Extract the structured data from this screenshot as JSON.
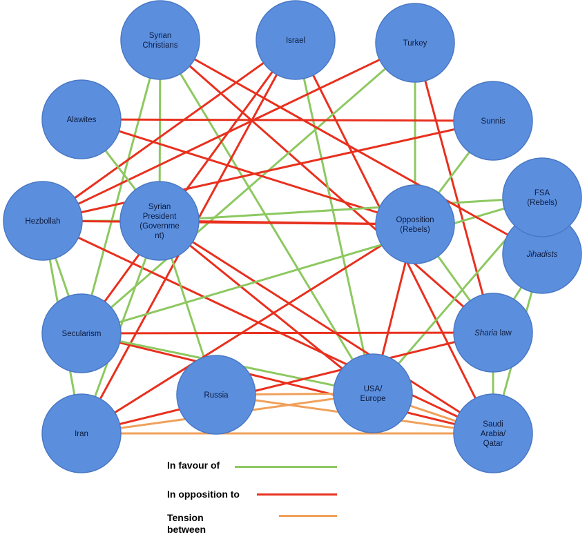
{
  "colors": {
    "favour": "#8dc860",
    "opposition": "#e8301e",
    "tension": "#f0a05a",
    "node_fill": "#5b8fde",
    "node_stroke": "#4a78c4"
  },
  "nodes": [
    {
      "id": "syrian-christians",
      "lines": [
        "Syrian",
        "Christians"
      ]
    },
    {
      "id": "israel",
      "lines": [
        "Israel"
      ]
    },
    {
      "id": "turkey",
      "lines": [
        "Turkey"
      ]
    },
    {
      "id": "alawites",
      "lines": [
        "Alawites"
      ]
    },
    {
      "id": "sunnis",
      "lines": [
        "Sunnis"
      ]
    },
    {
      "id": "hezbollah",
      "lines": [
        "Hezbollah"
      ]
    },
    {
      "id": "syrian-president",
      "lines": [
        "Syrian",
        "President",
        "(Governme",
        "nt)"
      ]
    },
    {
      "id": "opposition",
      "lines": [
        "Opposition",
        "(Rebels)"
      ]
    },
    {
      "id": "jihadists",
      "lines": [
        "Jihadists"
      ],
      "italic": true
    },
    {
      "id": "fsa",
      "lines": [
        "FSA",
        "(Rebels)"
      ]
    },
    {
      "id": "secularism",
      "lines": [
        "Secularism"
      ]
    },
    {
      "id": "sharia-law",
      "lines": [
        "Sharia law"
      ],
      "italic_word": "Sharia"
    },
    {
      "id": "russia",
      "lines": [
        "Russia"
      ]
    },
    {
      "id": "usa-europe",
      "lines": [
        "USA/",
        "Europe"
      ]
    },
    {
      "id": "iran",
      "lines": [
        "Iran"
      ]
    },
    {
      "id": "saudi-qatar",
      "lines": [
        "Saudi",
        "Arabia/",
        "Qatar"
      ]
    }
  ],
  "edges": [
    {
      "from": "syrian-christians",
      "to": "syrian-president",
      "type": "favour"
    },
    {
      "from": "syrian-christians",
      "to": "secularism",
      "type": "favour"
    },
    {
      "from": "syrian-christians",
      "to": "usa-europe",
      "type": "favour"
    },
    {
      "from": "syrian-christians",
      "to": "sharia-law",
      "type": "opposition"
    },
    {
      "from": "israel",
      "to": "hezbollah",
      "type": "opposition"
    },
    {
      "from": "israel",
      "to": "iran",
      "type": "opposition"
    },
    {
      "from": "israel",
      "to": "secularism",
      "type": "opposition"
    },
    {
      "from": "israel",
      "to": "usa-europe",
      "type": "favour"
    },
    {
      "from": "israel",
      "to": "saudi-qatar",
      "type": "opposition"
    },
    {
      "from": "turkey",
      "to": "opposition",
      "type": "favour"
    },
    {
      "from": "turkey",
      "to": "secularism",
      "type": "favour"
    },
    {
      "from": "turkey",
      "to": "hezbollah",
      "type": "opposition"
    },
    {
      "from": "turkey",
      "to": "sharia-law",
      "type": "opposition"
    },
    {
      "from": "alawites",
      "to": "sunnis",
      "type": "opposition"
    },
    {
      "from": "alawites",
      "to": "opposition",
      "type": "opposition"
    },
    {
      "from": "alawites",
      "to": "syrian-president",
      "type": "favour"
    },
    {
      "from": "sunnis",
      "to": "opposition",
      "type": "favour"
    },
    {
      "from": "sunnis",
      "to": "hezbollah",
      "type": "opposition"
    },
    {
      "from": "hezbollah",
      "to": "syrian-president",
      "type": "favour"
    },
    {
      "from": "hezbollah",
      "to": "opposition",
      "type": "opposition"
    },
    {
      "from": "hezbollah",
      "to": "secularism",
      "type": "favour"
    },
    {
      "from": "hezbollah",
      "to": "iran",
      "type": "favour"
    },
    {
      "from": "hezbollah",
      "to": "saudi-qatar",
      "type": "opposition"
    },
    {
      "from": "syrian-president",
      "to": "iran",
      "type": "favour"
    },
    {
      "from": "syrian-president",
      "to": "russia",
      "type": "favour"
    },
    {
      "from": "syrian-president",
      "to": "usa-europe",
      "type": "opposition"
    },
    {
      "from": "syrian-president",
      "to": "saudi-qatar",
      "type": "opposition"
    },
    {
      "from": "syrian-president",
      "to": "opposition",
      "type": "opposition"
    },
    {
      "from": "opposition",
      "to": "usa-europe",
      "type": "opposition"
    },
    {
      "from": "opposition",
      "to": "sharia-law",
      "type": "favour"
    },
    {
      "from": "opposition",
      "to": "iran",
      "type": "opposition"
    },
    {
      "from": "fsa",
      "to": "secularism",
      "type": "favour"
    },
    {
      "from": "fsa",
      "to": "usa-europe",
      "type": "favour"
    },
    {
      "from": "fsa",
      "to": "syrian-president",
      "type": "favour"
    },
    {
      "from": "jihadists",
      "to": "sharia-law",
      "type": "favour"
    },
    {
      "from": "jihadists",
      "to": "saudi-qatar",
      "type": "favour"
    },
    {
      "from": "jihadists",
      "to": "syrian-christians",
      "type": "opposition"
    },
    {
      "from": "secularism",
      "to": "sharia-law",
      "type": "opposition"
    },
    {
      "from": "secularism",
      "to": "saudi-qatar",
      "type": "opposition"
    },
    {
      "from": "secularism",
      "to": "usa-europe",
      "type": "favour"
    },
    {
      "from": "sharia-law",
      "to": "saudi-qatar",
      "type": "favour"
    },
    {
      "from": "sharia-law",
      "to": "iran",
      "type": "opposition"
    },
    {
      "from": "russia",
      "to": "saudi-qatar",
      "type": "tension"
    },
    {
      "from": "usa-europe",
      "to": "saudi-qatar",
      "type": "tension"
    },
    {
      "from": "iran",
      "to": "saudi-qatar",
      "type": "tension"
    },
    {
      "from": "iran",
      "to": "usa-europe",
      "type": "tension"
    },
    {
      "from": "russia",
      "to": "usa-europe",
      "type": "tension"
    }
  ],
  "legend": [
    {
      "type": "favour",
      "label": "In favour of"
    },
    {
      "type": "opposition",
      "label": "In opposition to"
    },
    {
      "type": "tension",
      "label": "Tension between"
    }
  ]
}
